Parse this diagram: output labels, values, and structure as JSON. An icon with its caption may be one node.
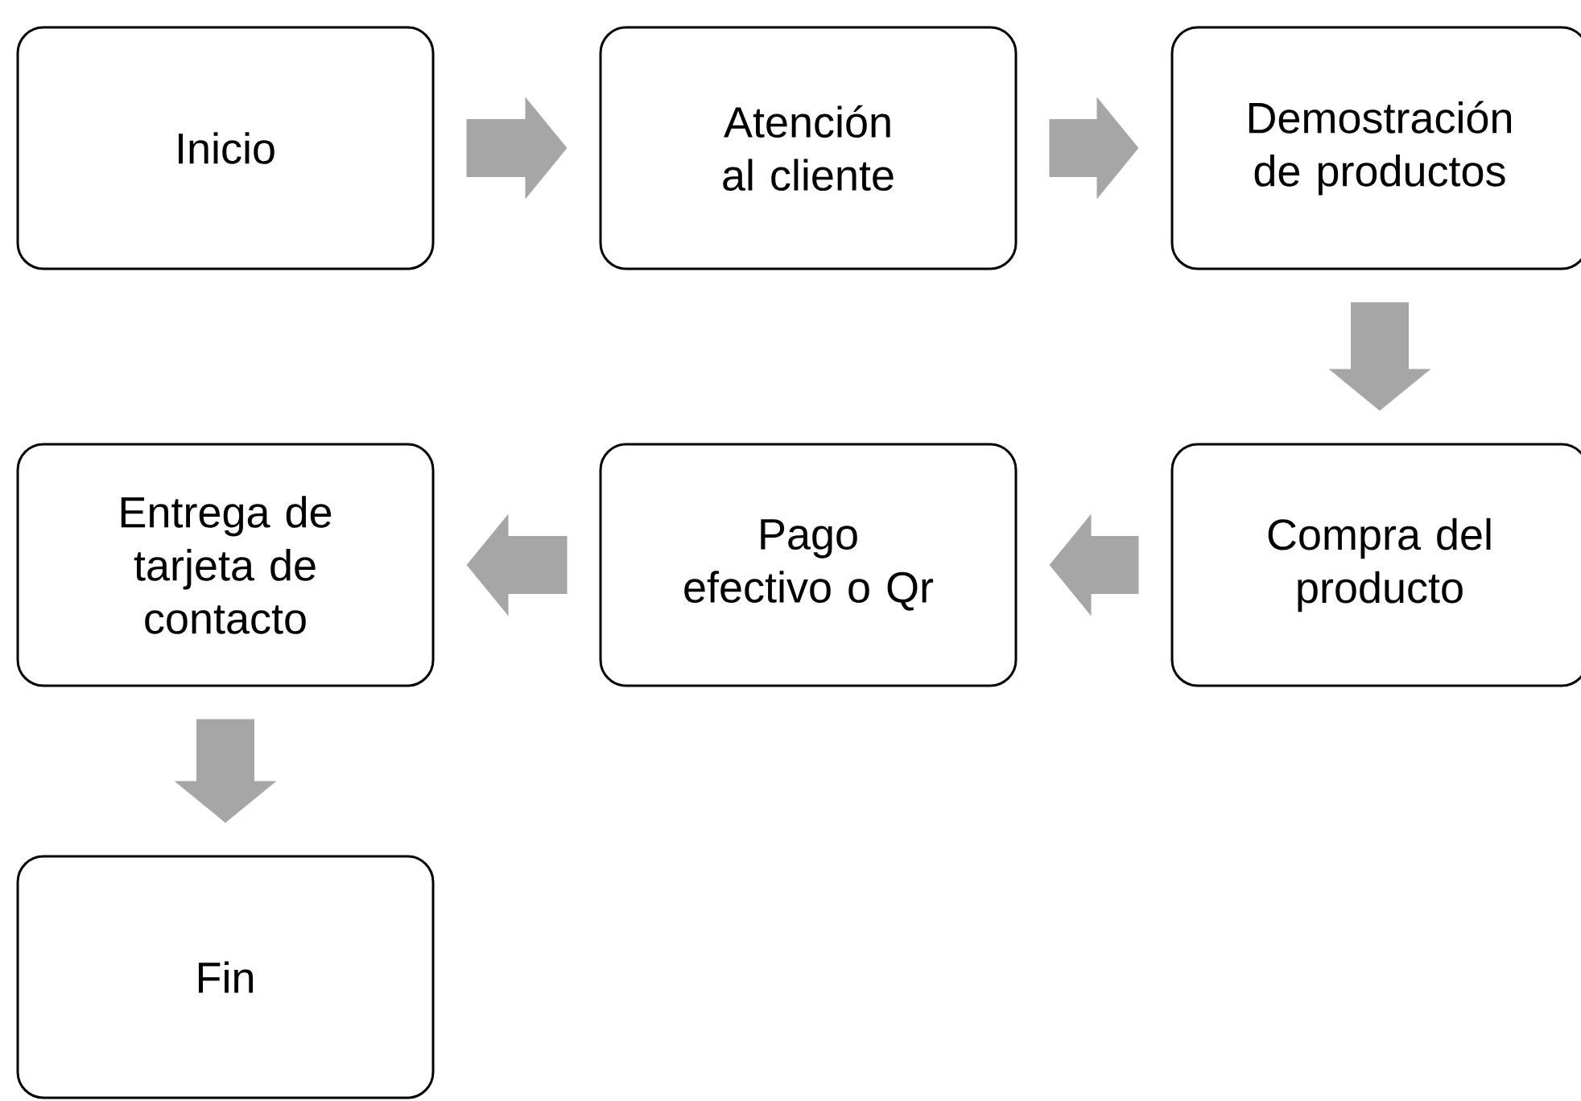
{
  "diagram": {
    "nodes": [
      {
        "text": [
          "Inicio"
        ]
      },
      {
        "text": [
          "Atención al cliente"
        ]
      },
      {
        "text": [
          "Demostración de productos"
        ]
      },
      {
        "text": [
          "Entrega de tarjeta de contacto"
        ]
      },
      {
        "text": [
          "Pago efectivo o Qr"
        ]
      },
      {
        "text": [
          "Compra del producto"
        ]
      },
      {
        "text": [
          "Fin"
        ]
      }
    ],
    "edges": [
      {
        "from": 0,
        "to": 1,
        "arrow": "to"
      },
      {
        "from": 1,
        "to": 2,
        "arrow": "to"
      },
      {
        "from": 2,
        "to": 5,
        "arrow": "to"
      },
      {
        "from": 5,
        "to": 4,
        "arrow": "to"
      },
      {
        "from": 4,
        "to": 3,
        "arrow": "to"
      },
      {
        "from": 3,
        "to": 6,
        "arrow": "to"
      }
    ]
  }
}
